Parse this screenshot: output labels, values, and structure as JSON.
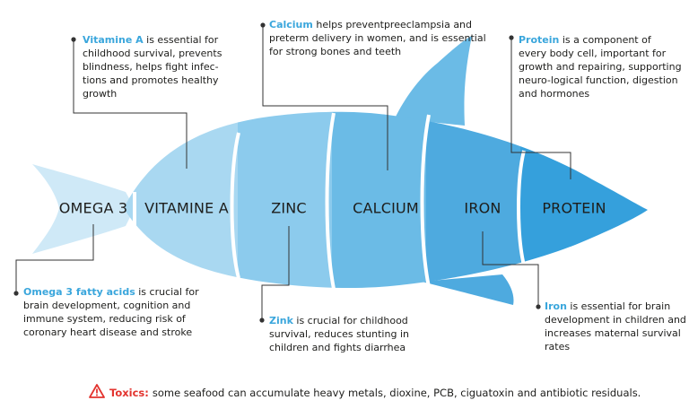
{
  "segments": {
    "omega3": "OMEGA 3",
    "vitamine_a": "VITAMINE A",
    "zinc": "ZINC",
    "calcium": "CALCIUM",
    "iron": "IRON",
    "protein": "PROTEIN"
  },
  "notes": {
    "vitamine_a": {
      "term": "Vitamine A",
      "text": " is essential for childhood survival, prevents blindness, helps fight infec-tions and promotes healthy growth"
    },
    "calcium": {
      "term": "Calcium",
      "text": " helps preventpreeclampsia and preterm delivery in women, and is essential for strong bones and teeth"
    },
    "protein": {
      "term": "Protein",
      "text": " is a component of every body cell, important for growth and repairing, supporting neuro-logical function, digestion and hormones"
    },
    "omega3": {
      "term": "Omega 3 fatty acids",
      "text": " is crucial for brain development, cognition and immune system, reducing risk of coronary heart disease and stroke"
    },
    "zink": {
      "term": "Zink",
      "text": " is crucial for childhood survival, reduces stunting in children and fights diarrhea"
    },
    "iron": {
      "term": "Iron",
      "text": " is essential for brain development in children and increases maternal survival rates"
    }
  },
  "footer": {
    "term": "Toxics:",
    "text": "some seafood can accumulate heavy metals, dioxine, PCB, ciguatoxin and antibiotic residuals."
  },
  "colors": {
    "tail": "#cfe9f7",
    "vitamine_a": "#a9d8f1",
    "zinc": "#8ccbed",
    "calcium": "#6bbbe6",
    "iron": "#4eaadf",
    "protein": "#35a0dc",
    "accent": "#3aa6dc",
    "warning": "#e3342f"
  }
}
